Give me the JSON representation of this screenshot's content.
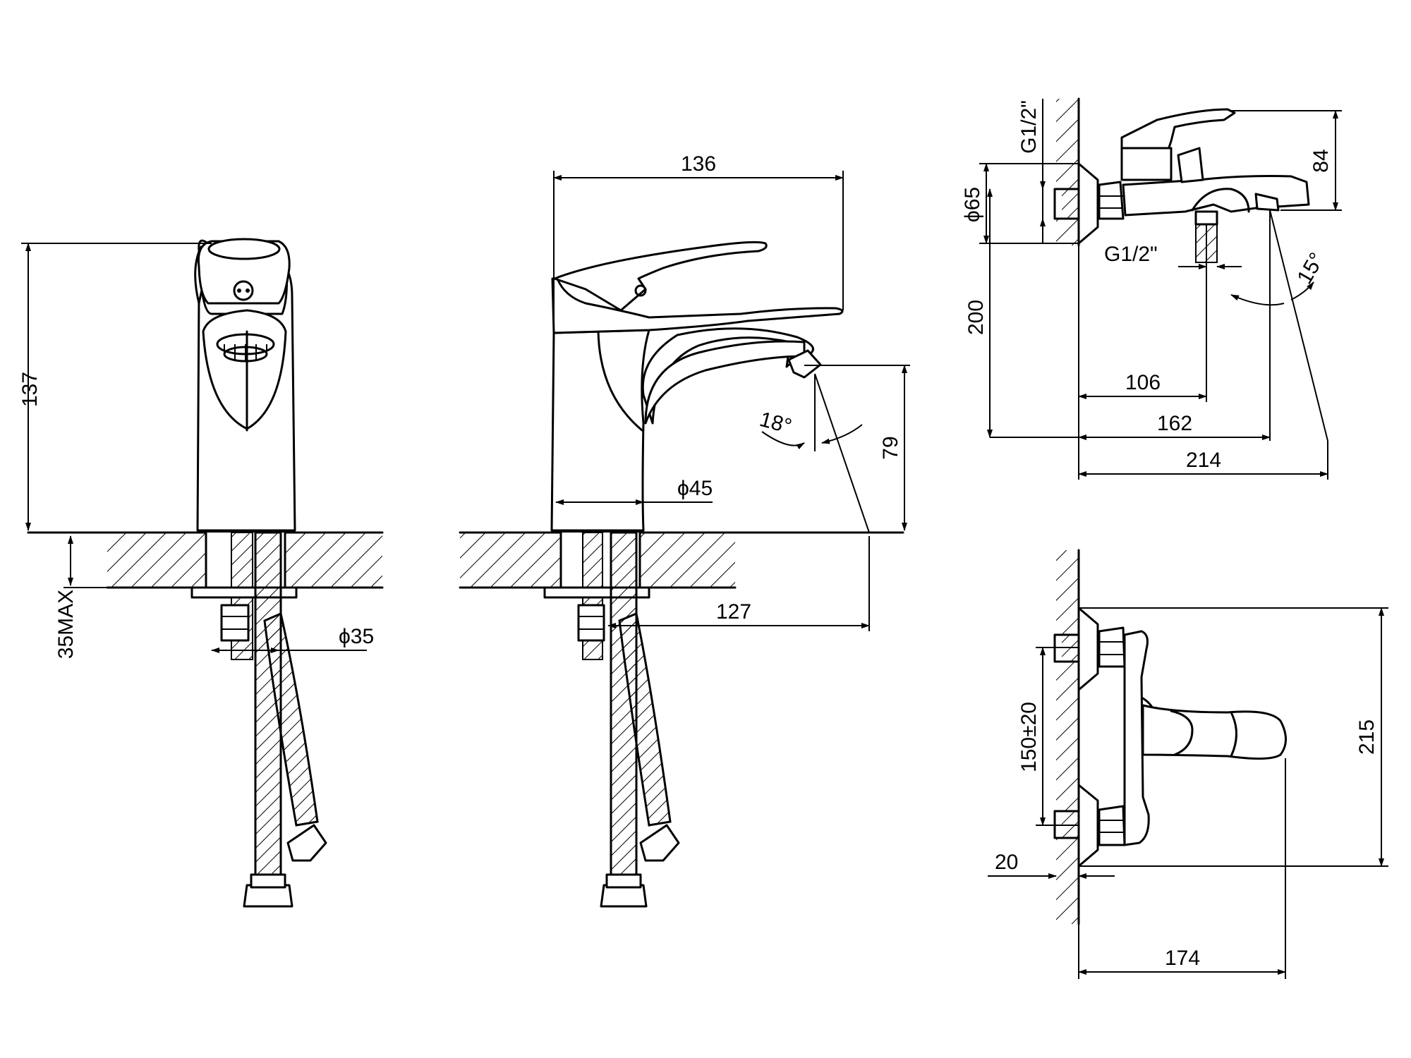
{
  "front_view": {
    "height_137": "137",
    "max_35": "35MAX",
    "phi_35": "ϕ35"
  },
  "side_view": {
    "width_136": "136",
    "phi_45": "ϕ45",
    "reach_127": "127",
    "height_79": "79",
    "angle_18": "18°"
  },
  "bath_side_view": {
    "g12_top": "G1/2\"",
    "phi_65": "ϕ65",
    "h_84": "84",
    "g12_bottom": "G1/2\"",
    "angle_15": "15°",
    "h_200": "200",
    "w_106": "106",
    "w_162": "162",
    "w_214": "214"
  },
  "bath_top_view": {
    "spacing_150": "150±20",
    "h_215": "215",
    "offset_20": "20",
    "w_174": "174"
  }
}
